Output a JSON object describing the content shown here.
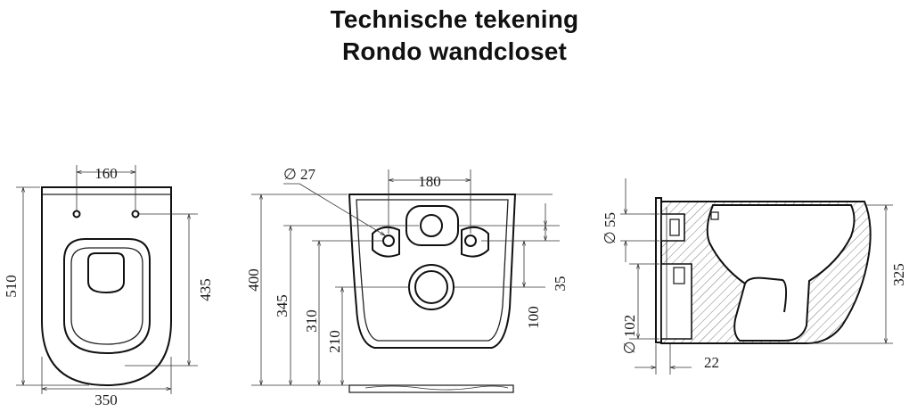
{
  "title": {
    "line1": "Technische tekening",
    "line2": "Rondo wandcloset"
  },
  "top_view": {
    "dim_width_top": "160",
    "dim_length": "510",
    "dim_hole_distance": "435",
    "dim_width": "350"
  },
  "rear_view": {
    "dim_hole_diameter": "∅ 27",
    "dim_hole_spacing": "180",
    "dim_height": "400",
    "dim_345": "345",
    "dim_310": "310",
    "dim_210": "210",
    "dim_35": "35",
    "dim_100": "100"
  },
  "side_view": {
    "dim_inlet": "∅ 55",
    "dim_outlet": "∅ 102",
    "dim_depth": "22",
    "dim_height": "325"
  },
  "colors": {
    "line": "#111111",
    "background": "#ffffff"
  }
}
